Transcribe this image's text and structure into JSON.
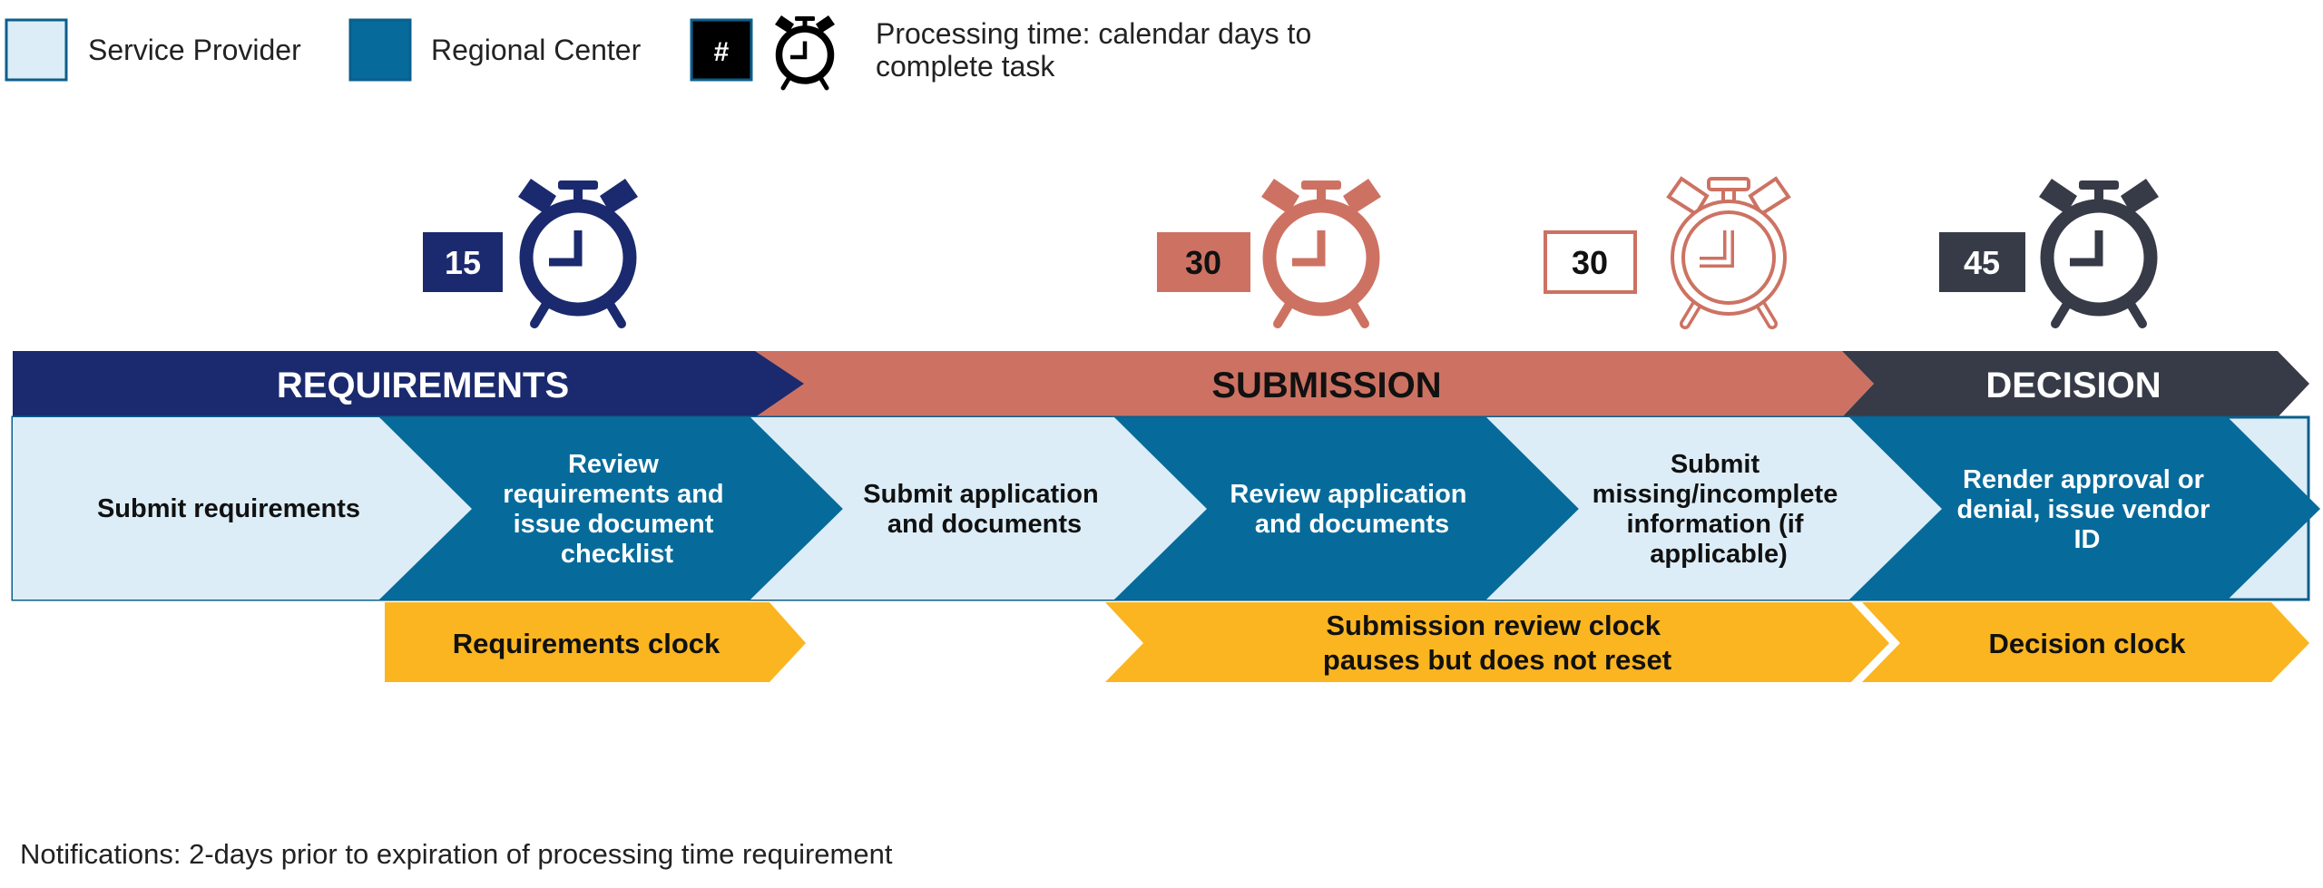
{
  "legend": {
    "service_provider": "Service Provider",
    "regional_center": "Regional Center",
    "time_symbol": "#",
    "time_line1": "Processing time: calendar days to",
    "time_line2": "complete task"
  },
  "timers": [
    {
      "value": "15",
      "color": "#1b2a6e",
      "style": "filled"
    },
    {
      "value": "30",
      "color": "#cd7262",
      "style": "filled"
    },
    {
      "value": "30",
      "color": "#cd7262",
      "style": "outline"
    },
    {
      "value": "45",
      "color": "#373b47",
      "style": "filled"
    }
  ],
  "phases": [
    {
      "label": "REQUIREMENTS",
      "color": "#1b2a6e",
      "text_color": "#ffffff"
    },
    {
      "label": "SUBMISSION",
      "color": "#cd7262",
      "text_color": "#111111"
    },
    {
      "label": "DECISION",
      "color": "#373b47",
      "text_color": "#ffffff"
    }
  ],
  "steps": [
    {
      "lines": [
        "Submit requirements"
      ],
      "owner": "Service Provider"
    },
    {
      "lines": [
        "Review",
        "requirements and",
        "issue document",
        "checklist"
      ],
      "owner": "Regional Center"
    },
    {
      "lines": [
        "Submit application",
        "and documents"
      ],
      "owner": "Service Provider"
    },
    {
      "lines": [
        "Review application",
        "and documents"
      ],
      "owner": "Regional Center"
    },
    {
      "lines": [
        "Submit",
        "missing/incomplete",
        "information (if",
        "applicable)"
      ],
      "owner": "Service Provider"
    },
    {
      "lines": [
        "Render approval or",
        "denial, issue vendor",
        "ID"
      ],
      "owner": "Regional Center"
    }
  ],
  "clocks": [
    {
      "lines": [
        "Requirements clock"
      ]
    },
    {
      "lines": [
        "Submission review clock",
        "pauses but does not reset"
      ]
    },
    {
      "lines": [
        "Decision clock"
      ]
    }
  ],
  "footnote": "Notifications: 2-days prior to expiration of processing time requirement",
  "colors": {
    "service_provider": "#dcedf7",
    "regional_center": "#066b9b",
    "legend_time_box": "#000000",
    "clock_bar": "#fbb520",
    "border": "#0b5f8c"
  }
}
